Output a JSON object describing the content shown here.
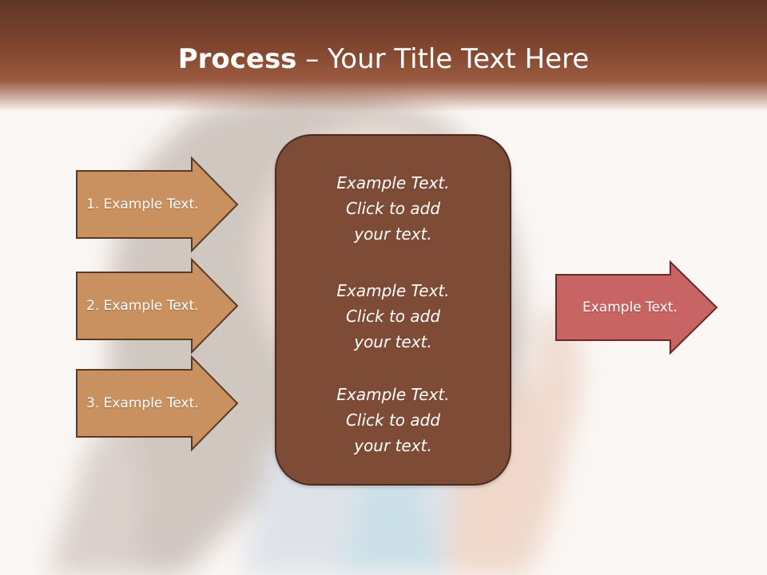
{
  "slide": {
    "title_bold": "Process",
    "title_rest": " – Your Title Text Here"
  },
  "steps": [
    {
      "label": "1. Example Text."
    },
    {
      "label": "2. Example Text."
    },
    {
      "label": "3. Example Text."
    }
  ],
  "center_box": {
    "paragraphs": [
      {
        "lines": [
          "Example Text.",
          "Click  to add",
          "your text."
        ]
      },
      {
        "lines": [
          "Example Text.",
          "Click  to add",
          "your text."
        ]
      },
      {
        "lines": [
          "Example Text.",
          "Click  to add",
          "your text."
        ]
      }
    ]
  },
  "output": {
    "label": "Example Text."
  },
  "colors": {
    "title_bar": "#83472f",
    "step_arrow_fill": "#c8915f",
    "step_arrow_border": "#5a3a22",
    "center_box_fill": "#7d4b36",
    "output_arrow_fill": "#c86464",
    "output_arrow_border": "#6b2727"
  }
}
